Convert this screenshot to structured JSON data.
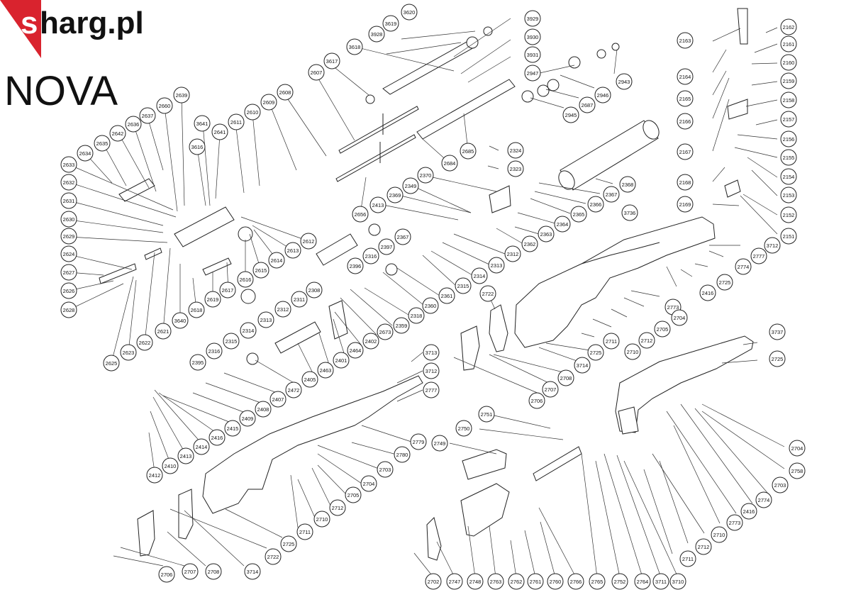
{
  "brand": {
    "initial": "s",
    "rest": "harg.pl",
    "accent_color": "#d9232e"
  },
  "model": "NOVA",
  "callouts": [
    "3620",
    "3619",
    "3928",
    "3929",
    "3618",
    "3930",
    "3931",
    "3617",
    "2607",
    "2608",
    "2609",
    "2610",
    "2611",
    "2641",
    "3641",
    "3616",
    "2639",
    "2660",
    "2637",
    "2636",
    "2642",
    "2635",
    "2634",
    "2633",
    "2632",
    "2631",
    "2630",
    "2629",
    "2624",
    "2627",
    "2626",
    "2628",
    "2625",
    "2623",
    "2622",
    "2621",
    "3640",
    "2618",
    "2619",
    "2617",
    "2616",
    "2615",
    "2614",
    "2613",
    "2612",
    "2656",
    "2684",
    "2685",
    "2324",
    "2323",
    "2947",
    "2943",
    "2946",
    "2687",
    "2945",
    "2370",
    "2349",
    "2369",
    "2413",
    "2367",
    "2397",
    "2316",
    "2396",
    "2368",
    "2367",
    "2366",
    "2365",
    "2364",
    "2363",
    "2362",
    "2312",
    "2313",
    "2314",
    "2315",
    "2361",
    "2360",
    "2359",
    "2318",
    "2673",
    "2402",
    "2401",
    "2464",
    "2463",
    "2405",
    "2472",
    "2407",
    "2408",
    "2409",
    "2415",
    "2416",
    "2414",
    "2413",
    "2410",
    "2412",
    "2308",
    "2311",
    "2312",
    "2313",
    "2314",
    "2315",
    "2316",
    "2395",
    "2163",
    "2164",
    "2165",
    "2166",
    "2167",
    "2168",
    "2169",
    "2162",
    "2161",
    "2160",
    "2159",
    "2158",
    "2157",
    "2156",
    "2155",
    "2154",
    "2153",
    "2152",
    "2151",
    "3736",
    "3712",
    "2777",
    "2774",
    "2725",
    "2416",
    "2773",
    "2704",
    "2705",
    "2712",
    "2710",
    "2711",
    "2725",
    "3714",
    "2708",
    "2707",
    "2706",
    "2722",
    "3713",
    "3712",
    "2777",
    "2779",
    "2780",
    "2703",
    "2704",
    "2705",
    "2712",
    "2710",
    "2711",
    "2725",
    "2722",
    "3714",
    "2708",
    "2707",
    "2706",
    "3737",
    "2725",
    "2704",
    "2758",
    "2703",
    "2774",
    "2416",
    "2773",
    "2710",
    "2712",
    "2711",
    "2751",
    "2750",
    "2749",
    "2702",
    "2747",
    "2748",
    "2763",
    "2762",
    "2761",
    "2760",
    "2766",
    "2765",
    "2752",
    "2764",
    "3711",
    "3710"
  ]
}
